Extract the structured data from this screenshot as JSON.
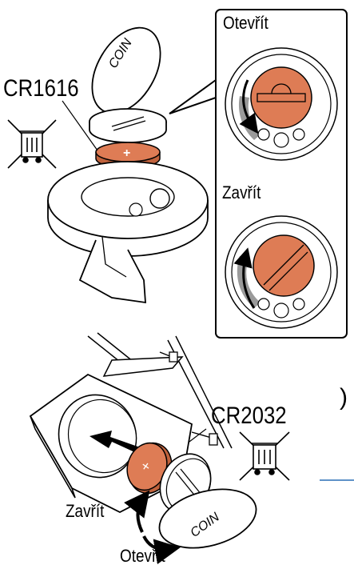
{
  "labels": {
    "top_open": "Otevřít",
    "top_battery": "CR1616",
    "top_close": "Zavřít",
    "bottom_battery": "CR2032",
    "bottom_close": "Zavřít",
    "bottom_open": "Otevřít",
    "coin_text": "COIN",
    "paren": ")"
  },
  "colors": {
    "battery": "#de7c55",
    "battery_dark": "#c0623c",
    "arrow_gray": "#9a9a9a",
    "line": "#000000",
    "accent_line": "#2a6fb5"
  },
  "icons": [
    "crossed-bin-icon",
    "crossed-bin-icon"
  ]
}
